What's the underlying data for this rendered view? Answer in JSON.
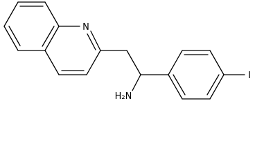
{
  "atoms": {
    "n": "N",
    "amine": "H₂N",
    "iodine": "I"
  }
}
